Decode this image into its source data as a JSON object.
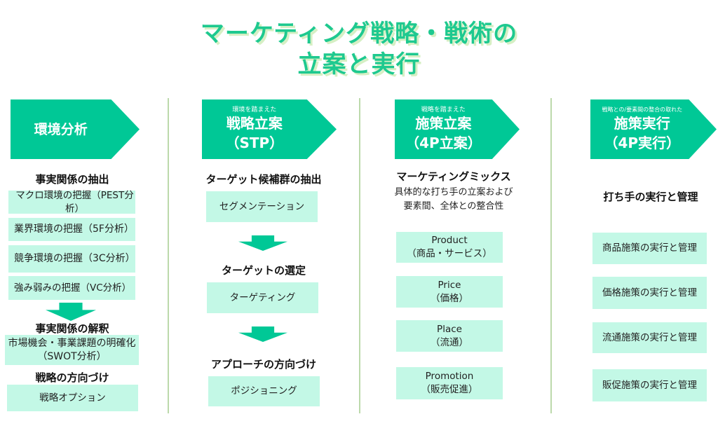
{
  "title": {
    "line1": "マーケティング戦略・戦術の",
    "line2": "立案と実行"
  },
  "colors": {
    "accent": "#00c896",
    "box": "#c3f8e6",
    "title": "#1ec98f"
  },
  "columns": [
    {
      "pre": "",
      "main1": "環境分析",
      "main2": "",
      "sections": [
        {
          "heading": "事実関係の抽出",
          "items": [
            "マクロ環境の把握（PEST分析）",
            "業界環境の把握（5F分析）",
            "競争環境の把握（3C分析）",
            "強み弱みの把握（VC分析）"
          ]
        },
        {
          "heading": "事実関係の解釈",
          "items": [
            "市場機会・事業課題の明確化",
            "（SWOT分析）"
          ]
        },
        {
          "heading": "戦略の方向づけ",
          "items": [
            "戦略オプション"
          ]
        }
      ]
    },
    {
      "pre": "環境を踏まえた",
      "main1": "戦略立案",
      "main2": "（STP）",
      "sections": [
        {
          "heading": "ターゲット候補群の抽出",
          "items": [
            "セグメンテーション"
          ]
        },
        {
          "heading": "ターゲットの選定",
          "items": [
            "ターゲティング"
          ]
        },
        {
          "heading": "アプローチの方向づけ",
          "items": [
            "ポジショニング"
          ]
        }
      ]
    },
    {
      "pre": "戦略を踏まえた",
      "main1": "施策立案",
      "main2": "（4P立案）",
      "heading": "マーケティングミックス",
      "sub1": "具体的な打ち手の立案および",
      "sub2": "要素間、全体との整合性",
      "items": [
        [
          "Product",
          "（商品・サービス）"
        ],
        [
          "Price",
          "（価格）"
        ],
        [
          "Place",
          "（流通）"
        ],
        [
          "Promotion",
          "（販売促進）"
        ]
      ]
    },
    {
      "pre": "戦略との/要素間の整合の取れた",
      "main1": "施策実行",
      "main2": "（4P実行）",
      "heading": "打ち手の実行と管理",
      "items": [
        "商品施策の実行と管理",
        "価格施策の実行と管理",
        "流通施策の実行と管理",
        "販促施策の実行と管理"
      ]
    }
  ]
}
